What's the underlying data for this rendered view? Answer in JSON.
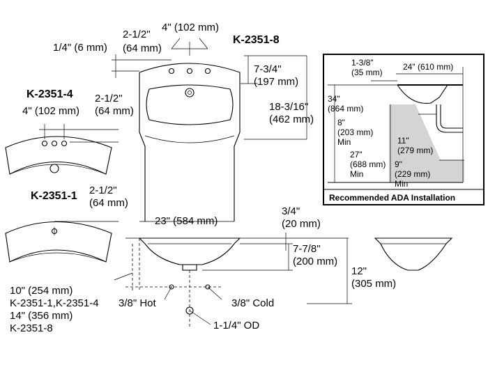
{
  "models": {
    "k8": "K-2351-8",
    "k4": "K-2351-4",
    "k1": "K-2351-1"
  },
  "dims": {
    "top_spacing": "4\" (102 mm)",
    "top_offset": "2-1/2\"",
    "top_offset_mm": "(64 mm)",
    "quarter": "1/4\" (6 mm)",
    "back_height": "7-3/4\"",
    "back_height_mm": "(197 mm)",
    "depth": "18-3/16\"",
    "depth_mm": "(462 mm)",
    "k4_offset": "2-1/2\"",
    "k4_offset_mm": "(64 mm)",
    "k4_spacing": "4\" (102 mm)",
    "k1_offset": "2-1/2\"",
    "k1_offset_mm": "(64 mm)",
    "width": "23\" (584 mm)",
    "rim": "3/4\"",
    "rim_mm": "(20 mm)",
    "bowl_depth": "7-7/8\"",
    "bowl_depth_mm": "(200 mm)",
    "total_depth": "12\"",
    "total_depth_mm": "(305 mm)",
    "supply_a": "10\" (254 mm)",
    "supply_a_models": "K-2351-1,K-2351-4",
    "supply_b": "14\" (356 mm)",
    "supply_b_models": "K-2351-8",
    "hot": "3/8\" Hot",
    "cold": "3/8\" Cold",
    "drain": "1-1/4\" OD"
  },
  "ada": {
    "title": "Recommended ADA Installation",
    "d1": "1-3/8\"",
    "d1_mm": "(35 mm)",
    "d2": "24\" (610 mm)",
    "d3": "34\"",
    "d3_mm": "(864 mm)",
    "d4": "8\"",
    "d4_mm": "(203 mm)",
    "d4_min": "Min",
    "d5": "11\"",
    "d5_mm": "(279 mm)",
    "d6": "27\"",
    "d6_mm": "(688 mm)",
    "d6_min": "Min",
    "d7": "9\"",
    "d7_mm": "(229 mm)",
    "d7_min": "Min"
  }
}
